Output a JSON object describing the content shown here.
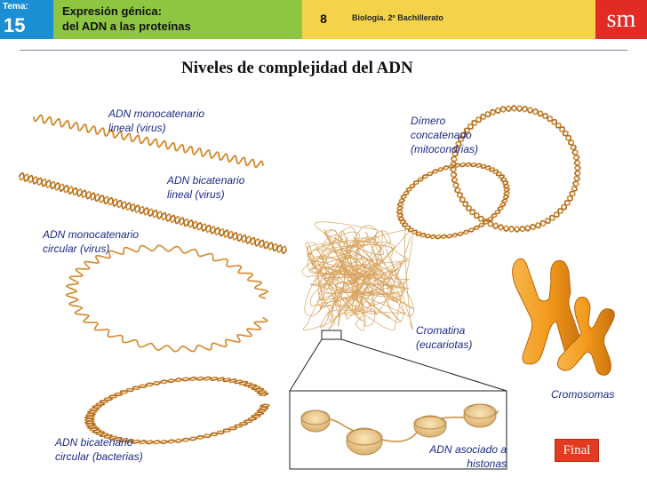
{
  "header": {
    "tema_label": "Tema:",
    "tema_number": "15",
    "title_line1": "Expresión génica:",
    "title_line2": "del ADN a las proteínas",
    "page_number": "8",
    "course": "Biología. 2º Bachillerato",
    "logo": "sm"
  },
  "slide": {
    "title": "Niveles de complejidad del ADN",
    "labels": {
      "mono_lineal": [
        "ADN monocatenario",
        "lineal (virus)"
      ],
      "bi_lineal": [
        "ADN bicatenario",
        "lineal (virus)"
      ],
      "mono_circular": [
        "ADN monocatenario",
        "circular (virus)"
      ],
      "bi_circular": [
        "ADN bicatenario",
        "circular (bacterias)"
      ],
      "dimero": [
        "Dímero",
        "concatenado",
        "(mitocondrias)"
      ],
      "cromatina": [
        "Cromatina",
        "(eucariotas)"
      ],
      "cromosomas": [
        "Cromosomas"
      ],
      "histonas": [
        "ADN asociado a",
        "histonas"
      ]
    },
    "final_button": "Final"
  },
  "colors": {
    "tema_blue": "#1a8fd4",
    "title_green": "#8ec641",
    "course_yellow": "#f4d34a",
    "logo_red": "#e22b24",
    "label_blue": "#1b2a88",
    "dna_orange": "#d4882a",
    "chromosome_orange": "#f39a1c"
  }
}
